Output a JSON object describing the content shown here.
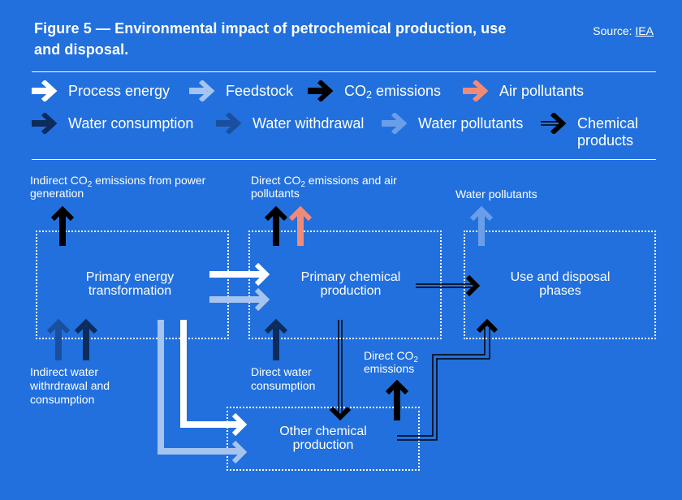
{
  "header": {
    "title": "Figure 5 — Environmental impact of petrochemical production, use and disposal.",
    "source_label": "Source:",
    "source_link": "IEA"
  },
  "legend": {
    "items": [
      {
        "label": "Process energy",
        "color": "#ffffff",
        "style": "solid"
      },
      {
        "label": "Feedstock",
        "color": "#a6c4f0",
        "style": "solid"
      },
      {
        "label_pre": "CO",
        "label_sub": "2",
        "label_post": " emissions",
        "color": "#000000",
        "style": "solid"
      },
      {
        "label": "Air pollutants",
        "color": "#f28a78",
        "style": "solid"
      },
      {
        "label": "Water consumption",
        "color": "#0d2c5c",
        "style": "solid"
      },
      {
        "label": "Water withdrawal",
        "color": "#1a4f9e",
        "style": "solid"
      },
      {
        "label": "Water pollutants",
        "color": "#6b9ee8",
        "style": "solid"
      },
      {
        "label_line1": "Chemical",
        "label_line2": "products",
        "color": "#000000",
        "style": "double"
      }
    ]
  },
  "diagram": {
    "nodes": {
      "primary_energy": {
        "line1": "Primary energy",
        "line2": "transformation"
      },
      "primary_chemical": {
        "line1": "Primary chemical",
        "line2": "production"
      },
      "use_disposal": {
        "line1": "Use and disposal",
        "line2": "phases"
      },
      "other_chemical": {
        "line1": "Other chemical",
        "line2": "production"
      }
    },
    "labels": {
      "indirect_co2": {
        "pre": "Indirect CO",
        "sub": "2",
        "post": " emissions from power",
        "line2": "generation"
      },
      "direct_co2_air": {
        "pre": "Direct CO",
        "sub": "2",
        "post": " emissions and air",
        "line2": "pollutants"
      },
      "water_pollutants": "Water pollutants",
      "indirect_water": {
        "line1": "Indirect water",
        "line2": "withrdrawal and",
        "line3": "consumption"
      },
      "direct_water": {
        "line1": "Direct water",
        "line2": "consumption"
      },
      "direct_co2": {
        "pre": "Direct CO",
        "sub": "2",
        "line2": "emissions"
      }
    },
    "colors": {
      "background": "#2270dd",
      "process_energy": "#ffffff",
      "feedstock": "#a6c4f0",
      "co2": "#000000",
      "air": "#f28a78",
      "water_consumption": "#0d2c5c",
      "water_withdrawal": "#1a4f9e",
      "water_pollutants": "#6b9ee8"
    }
  }
}
